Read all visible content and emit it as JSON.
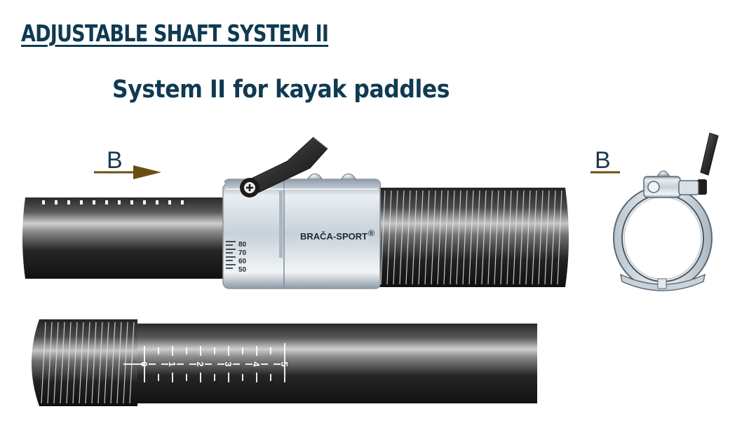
{
  "title": "ADJUSTABLE SHAFT SYSTEM II",
  "subtitle": "System II for kayak paddles",
  "labels": {
    "direction_left": "B",
    "direction_right": "B",
    "brand": "BRAČA-SPORT",
    "registered_mark": "®"
  },
  "clamp_scale": [
    "80",
    "70",
    "60",
    "50"
  ],
  "ruler_numbers": [
    "0",
    "1",
    "2",
    "3",
    "4",
    "5"
  ],
  "colors": {
    "title": "#0f3a52",
    "arrow": "#6b4f12",
    "shaft_dark": "#1b1b1b",
    "clamp_metal": "#c9d3db"
  }
}
